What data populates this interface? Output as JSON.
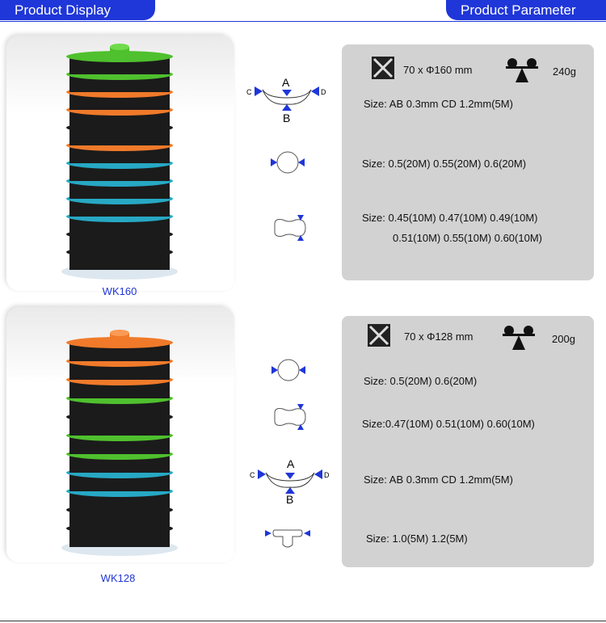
{
  "header": {
    "left_tab": "Product Display",
    "right_tab": "Product Parameter"
  },
  "products": [
    {
      "model": "WK160",
      "size_label": "70 x Φ160 mm",
      "weight": "240g",
      "spool_color_top": "#4fc02e",
      "specs": [
        {
          "shape": "twisted-ab-cd",
          "text": "Size: AB 0.3mm   CD 1.2mm(5M)"
        },
        {
          "shape": "round",
          "text": "Size: 0.5(20M)  0.55(20M)  0.6(20M)"
        },
        {
          "shape": "peanut",
          "text": "Size:  0.45(10M)  0.47(10M)  0.49(10M)",
          "text2": "0.51(10M)  0.55(10M)  0.60(10M)"
        }
      ]
    },
    {
      "model": "WK128",
      "size_label": "70 x Φ128 mm",
      "weight": "200g",
      "spool_color_top": "#f07a2a",
      "specs": [
        {
          "shape": "round",
          "text": "Size: 0.5(20M)   0.6(20M)"
        },
        {
          "shape": "peanut",
          "text": "Size:0.47(10M)  0.51(10M)  0.60(10M)"
        },
        {
          "shape": "twisted-ab-cd",
          "text": "Size: AB 0.3mm   CD 1.2mm(5M)"
        },
        {
          "shape": "t-shape",
          "text": "Size:  1.0(5M)   1.2(5M)"
        }
      ]
    }
  ],
  "shape_labels": {
    "a": "A",
    "b": "B",
    "c": "C",
    "d": "D"
  },
  "colors": {
    "accent": "#1f36d8",
    "panel": "#d2d2d2",
    "green": "#4fc02e",
    "orange": "#f07a2a",
    "teal": "#27a8c4",
    "black": "#1b1b1b"
  }
}
